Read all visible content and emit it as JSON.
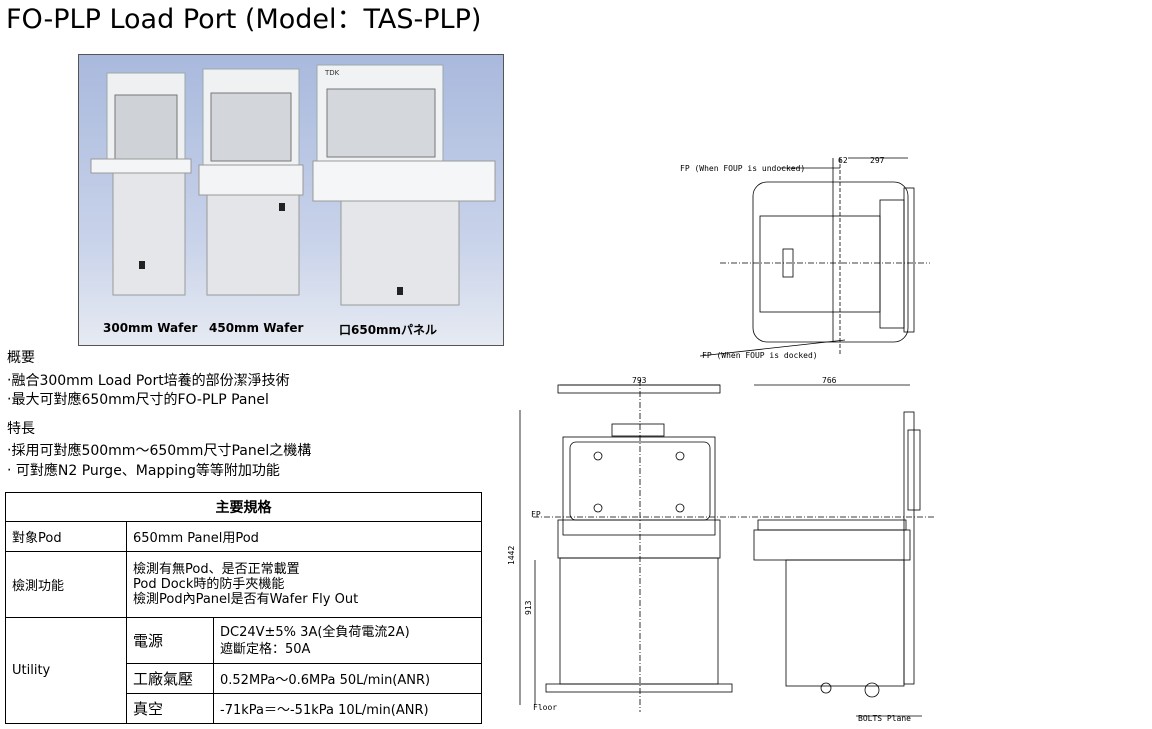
{
  "title": "FO-PLP Load Port (Model：TAS-PLP)",
  "photo": {
    "captions": [
      "300mm Wafer",
      "450mm Wafer",
      "口650mmパネル"
    ],
    "brand": "TDK"
  },
  "overview": {
    "heading": "概要",
    "bullets": [
      "‧融合300mm Load Port培養的部份潔淨技術",
      "‧最大可對應650mm尺寸的FO-PLP Panel"
    ]
  },
  "features": {
    "heading": "特長",
    "bullets": [
      "‧採用可對應500mm～650mm尺寸Panel之機構",
      "‧ 可對應N2 Purge、Mapping等等附加功能"
    ]
  },
  "spec": {
    "header": "主要規格",
    "pod_label": "對象Pod",
    "pod_value": "650mm Panel用Pod",
    "detect_label": "檢測功能",
    "detect_values": [
      "檢測有無Pod、是否正常載置",
      "Pod Dock時的防手夾機能",
      "檢測Pod內Panel是否有Wafer Fly Out"
    ],
    "utility_label": "Utility",
    "power_label": "電源",
    "power_values": [
      "DC24V±5%  3A(全負荷電流2A)",
      "遮斷定格：50A"
    ],
    "air_label": "工廠氣壓",
    "air_value": "0.52MPa～0.6MPa  50L/min(ANR)",
    "vac_label": "真空",
    "vac_value": "-71kPa＝～-51kPa  10L/min(ANR)"
  },
  "drawing": {
    "fp_undocked": "FP (When FOUP is undocked)",
    "fp_docked": "FP (When FOUP is docked)",
    "dim_62": "62",
    "dim_297": "297",
    "dim_793": "793",
    "dim_766": "766",
    "dim_1442": "1442",
    "dim_913": "913",
    "fp_tag": "FP",
    "floor": "Floor",
    "bolts": "BOLTS Plane"
  }
}
